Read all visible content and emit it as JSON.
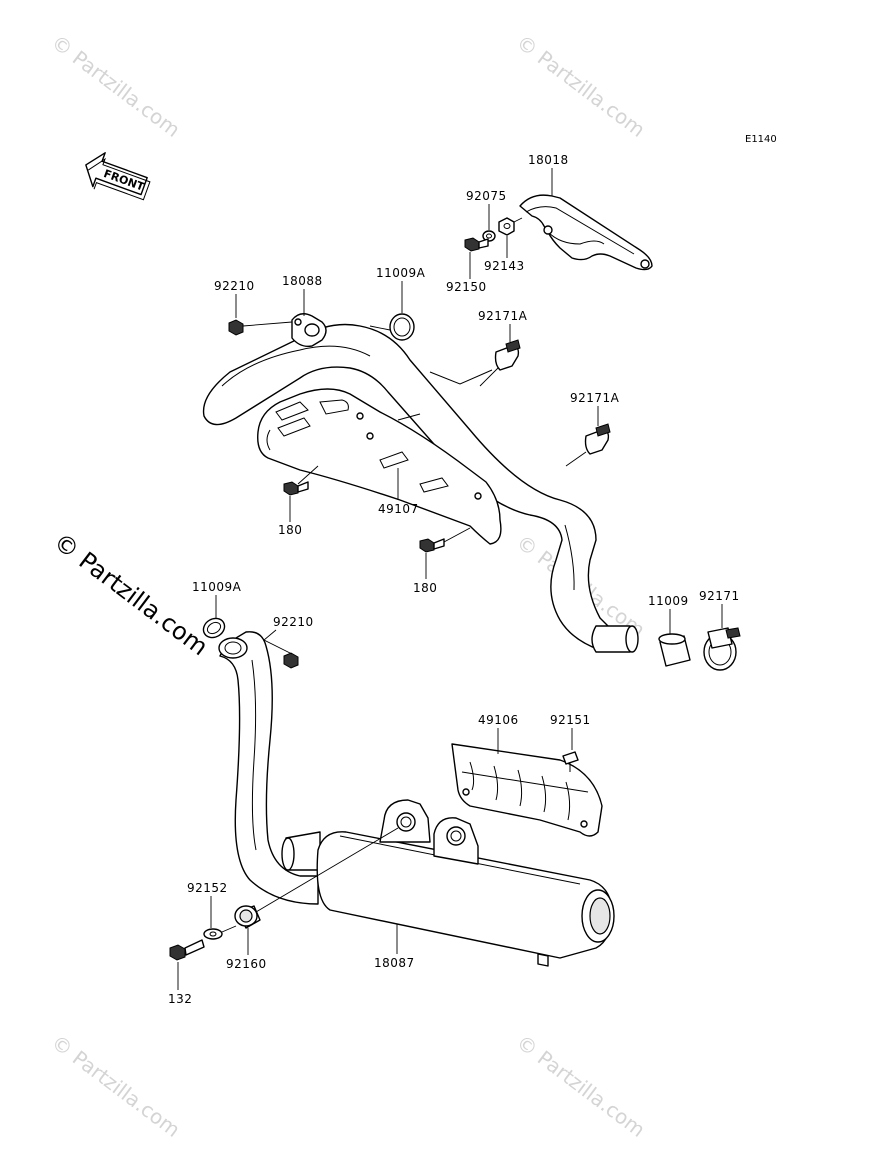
{
  "diagram_code": "E1140",
  "front_arrow_label": "FRONT",
  "watermarks": {
    "small": "© Partzilla.com",
    "large": "© Partzilla.com"
  },
  "parts": {
    "p18018": "18018",
    "p92075": "92075",
    "p92150": "92150",
    "p92143": "92143",
    "p92210_top": "92210",
    "p18088": "18088",
    "p11009A_top": "11009A",
    "p92171A_a": "92171A",
    "p92171A_b": "92171A",
    "p180_a": "180",
    "p49107": "49107",
    "p180_b": "180",
    "p11009A_bottom": "11009A",
    "p92210_bottom": "92210",
    "p11009": "11009",
    "p92171": "92171",
    "p49106": "49106",
    "p92151": "92151",
    "p92152": "92152",
    "p92160": "92160",
    "p18087": "18087",
    "p132": "132"
  }
}
